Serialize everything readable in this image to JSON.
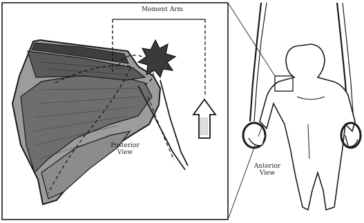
{
  "labels": {
    "moment_arm": "Moment Arm",
    "posterior_line1": "Posterior",
    "posterior_line2": "View",
    "anterior_line1": "Anterior",
    "anterior_line2": "View"
  },
  "colors": {
    "ink": "#1a1a1a",
    "muscle_dark": "#4a4a4a",
    "muscle_mid": "#7a7a7a",
    "muscle_light": "#a8a8a8",
    "impingement_star": "#3a3a3a"
  },
  "icons": [
    "starburst-icon",
    "up-arrow-icon"
  ]
}
